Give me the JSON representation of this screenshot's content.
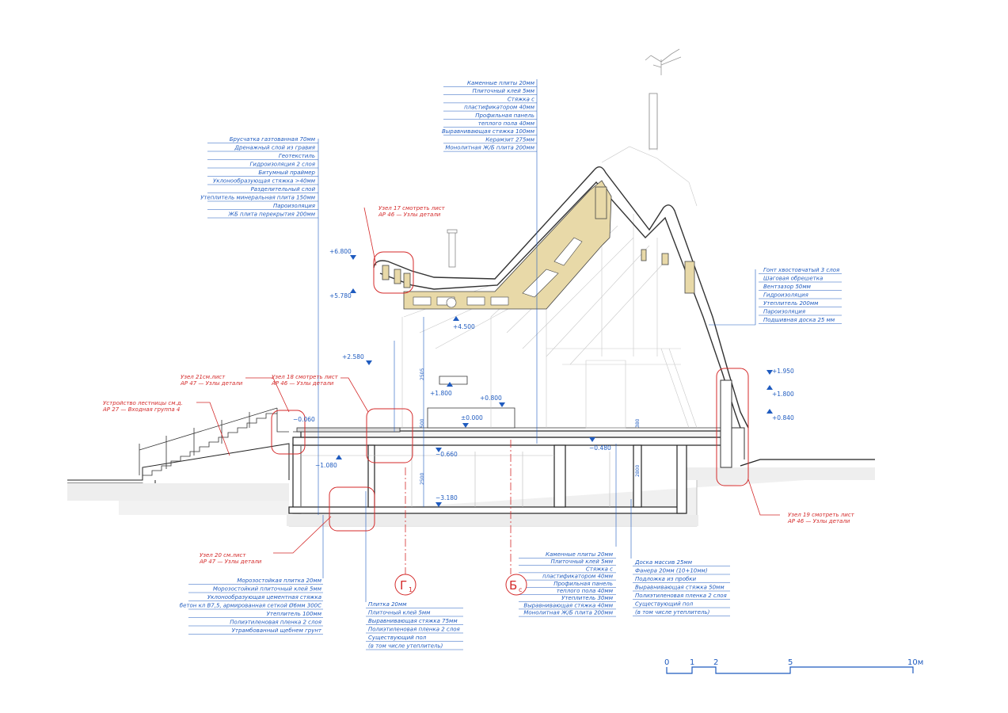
{
  "callouts": {
    "roof_left": [
      "Брусчатка газтованная 70мм",
      "Дренажный слой из гравия",
      "Геотекстиль",
      "Гидроизоляция 2 слоя",
      "Битумный праймер",
      "Уклонообразующая стяжка >40мм",
      "Разделительный слой",
      "Утеплитель минеральная плита 150мм",
      "Пароизоляция",
      "ЖБ плита перекрытия 200мм"
    ],
    "top_floor": [
      "Каменные плиты 20мм",
      "Плиточный клей 5мм",
      "Стяжка с",
      "пластификатором 40мм",
      "Профильная панель",
      "теплого пола 40мм",
      "Выравнивающая стяжка 100мм",
      "Керамзит 275мм",
      "Монолитная Ж/Б плита 200мм"
    ],
    "roof_right": [
      "Гонт хвостовчатый 3 слоя",
      "Шаговая обрешетка",
      "Вентзазор 50мм",
      "Гидроизоляция",
      "Утеплитель 200мм",
      "Пароизоляция",
      "Подшивная доска 25 мм"
    ],
    "basement_left": [
      "Морозостойкая плитка 20мм",
      "Морозостойкий плиточный клей 5мм",
      "Уклонообразующая цементная стяжка",
      "бетон кл В7,5, армированная сеткой Ø6мм 300С",
      "Утеплитель 100мм",
      "Полиэтиленовая пленка 2 слоя",
      "Утрамбованный щебнем грунт"
    ],
    "basement_mid": [
      "Плитка 20мм",
      "Плиточный клей 5мм",
      "Выравнивающая стяжка 75мм",
      "Полиэтиленовая пленка 2 слоя",
      "Существующий пол",
      "(в том числе утеплитель)"
    ],
    "floor_mid": [
      "Каменные плиты 20мм",
      "Плиточный клей 5мм",
      "Стяжка с",
      "пластификатором 40мм",
      "Профильная панель",
      "теплого пола 40мм",
      "Утеплитель 30мм",
      "Выравнивающая стяжка 40мм",
      "Монолитная Ж/Б плита 200мм"
    ],
    "floor_right": [
      "Доска массив 25мм",
      "Фанера 20мм (10+10мм)",
      "Подложка из пробки",
      "Выравнивающая стяжка 50мм",
      "Полиэтиленовая пленка 2 слоя",
      "Существующий пол",
      "(в том числе утеплитель)"
    ]
  },
  "nodes": {
    "n17": [
      "Узел 17 смотреть лист",
      "АР 46 — Узлы детали"
    ],
    "n21": [
      "Узел 21см.лист",
      "АР 47 — Узлы детали"
    ],
    "n18": [
      "Узел 18 смотреть лист",
      "АР 46 — Узлы детали"
    ],
    "stairs": [
      "Устройство лестницы см.д.",
      "АР 27 — Входная группа 4"
    ],
    "n19": [
      "Узел 19 смотреть лист",
      "АР 46 — Узлы детали"
    ],
    "n20": [
      "Узел 20 см.лист",
      "АР 47 — Узлы детали"
    ]
  },
  "levels": {
    "l6800": "+6.800",
    "l5780": "+5.780",
    "l4500": "+4.500",
    "l2580": "+2.580",
    "l1800a": "+1.800",
    "l0800": "+0.800",
    "l0000": "±0.000",
    "lm0060": "−0.060",
    "lm1080": "−1.080",
    "lm0660": "−0.660",
    "lm0480": "−0.480",
    "lm3180": "−3.180",
    "l1950": "+1.950",
    "l1800b": "+1.800",
    "l0840": "+0.840"
  },
  "dims": {
    "d1": "2505",
    "d2": "2500",
    "d3": "2800",
    "d4": "380",
    "d5": "500"
  },
  "axes": {
    "g": "Г",
    "g_sub": "1",
    "b": "Б",
    "b_sub": "с"
  },
  "scale": {
    "t0": "0",
    "t1": "1",
    "t2": "2",
    "t5": "5",
    "t10": "10м"
  },
  "colors": {
    "annotation": "#1f5bbf",
    "node": "#d42a2a",
    "timber": "#e8d9a8",
    "line": "#555555"
  }
}
